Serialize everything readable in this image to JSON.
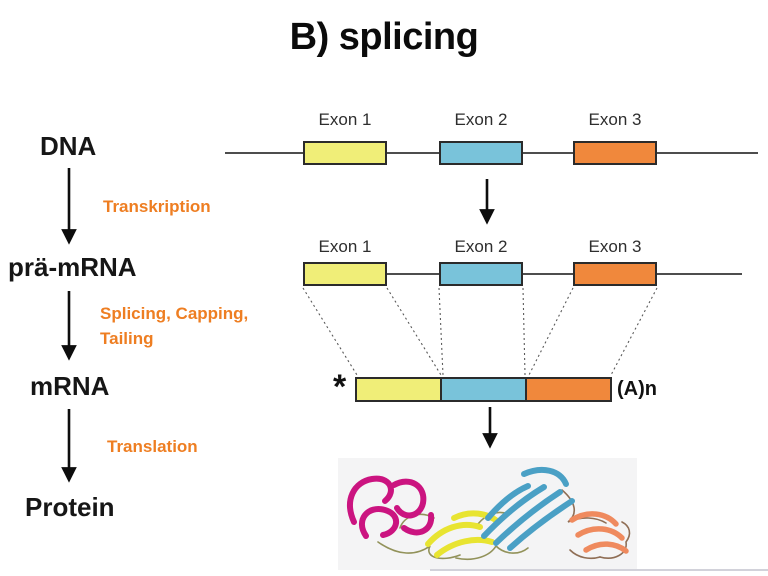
{
  "title": "B) splicing",
  "pathway": {
    "dna": "DNA",
    "transcription": "Transkription",
    "pre_mrna": "prä-mRNA",
    "splicing_line1": "Splicing, Capping,",
    "splicing_line2": "Tailing",
    "mrna": "mRNA",
    "translation": "Translation",
    "protein": "Protein"
  },
  "gene": {
    "row1": {
      "exons": [
        "Exon 1",
        "Exon 2",
        "Exon 3"
      ]
    },
    "row2": {
      "exons": [
        "Exon 1",
        "Exon 2",
        "Exon 3"
      ]
    }
  },
  "mrna": {
    "start_marker": "*",
    "poly_a_label": "(A)n"
  },
  "colors": {
    "accent_orange": "#ee7e22",
    "exon_yellow": "#f0ee78",
    "exon_blue": "#79c3da",
    "exon_orange": "#f0883c",
    "diagram_line": "#4d4d4d",
    "box_border": "#2b2b2b",
    "exon_label": "#2e2e2e",
    "panel_bg": "#f4f4f5",
    "protein_magenta": "#cb1480",
    "protein_yellow": "#e8e431",
    "protein_blue": "#4aa0c5",
    "protein_orange": "#ef8a5e",
    "protein_loop_olive": "#92925a",
    "protein_loop_brown": "#8f6e55",
    "footer_line": "#d2d2da"
  }
}
